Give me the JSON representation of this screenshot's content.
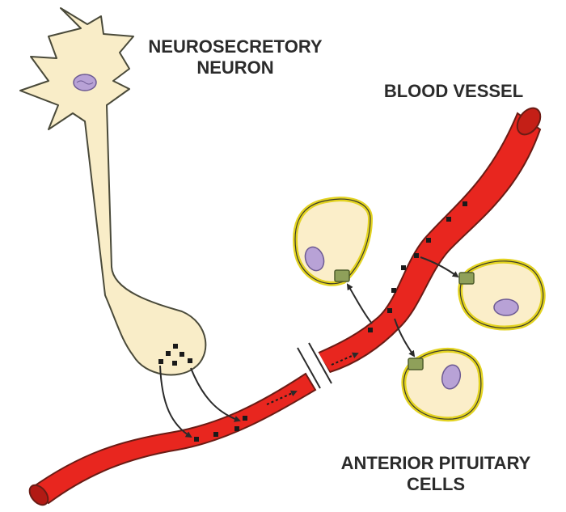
{
  "labels": {
    "neuron_line1": "NEUROSECRETORY",
    "neuron_line2": "NEURON",
    "vessel": "BLOOD VESSEL",
    "pituitary_line1": "ANTERIOR PITUITARY",
    "pituitary_line2": "CELLS"
  },
  "colors": {
    "vessel_red": "#e8261f",
    "vessel_dark": "#6a1c15",
    "neuron_fill": "#f9edc8",
    "neuron_stroke": "#4a4a3a",
    "cell_ring": "#e3d321",
    "cell_fill": "#fbeec9",
    "nucleus": "#b8a2d6",
    "receptor": "#8fa05a",
    "hormone": "#1a1a1a"
  }
}
